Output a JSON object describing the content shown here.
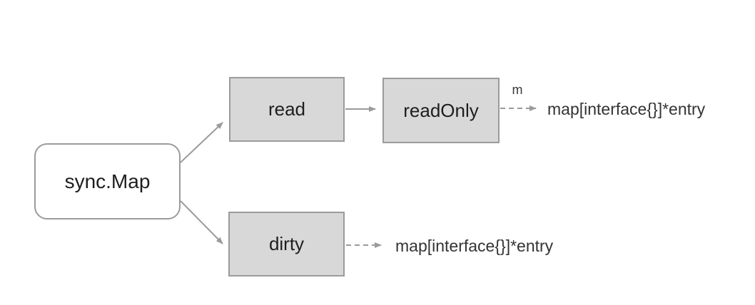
{
  "diagram": {
    "description": "sync.Map internal structure diagram",
    "colors": {
      "background": "#ffffff",
      "node_fill": "#d8d8d8",
      "node_border": "#9b9b9b",
      "root_node_fill": "#ffffff",
      "arrow": "#9b9b9b",
      "label_text": "#1e1e1e",
      "annotation_text": "#333333"
    },
    "nodes": {
      "root": {
        "label": "sync.Map"
      },
      "read": {
        "label": "read"
      },
      "read_only": {
        "label": "readOnly"
      },
      "dirty": {
        "label": "dirty"
      }
    },
    "edges": {
      "root_to_read": {
        "style": "solid"
      },
      "root_to_dirty": {
        "style": "solid"
      },
      "read_to_read_only": {
        "style": "solid"
      },
      "read_only_to_map": {
        "style": "dashed",
        "label": "m"
      },
      "dirty_to_map": {
        "style": "dashed",
        "label": ""
      }
    },
    "annotations": {
      "read_only_target": "map[interface{}]*entry",
      "dirty_target": "map[interface{}]*entry"
    }
  }
}
